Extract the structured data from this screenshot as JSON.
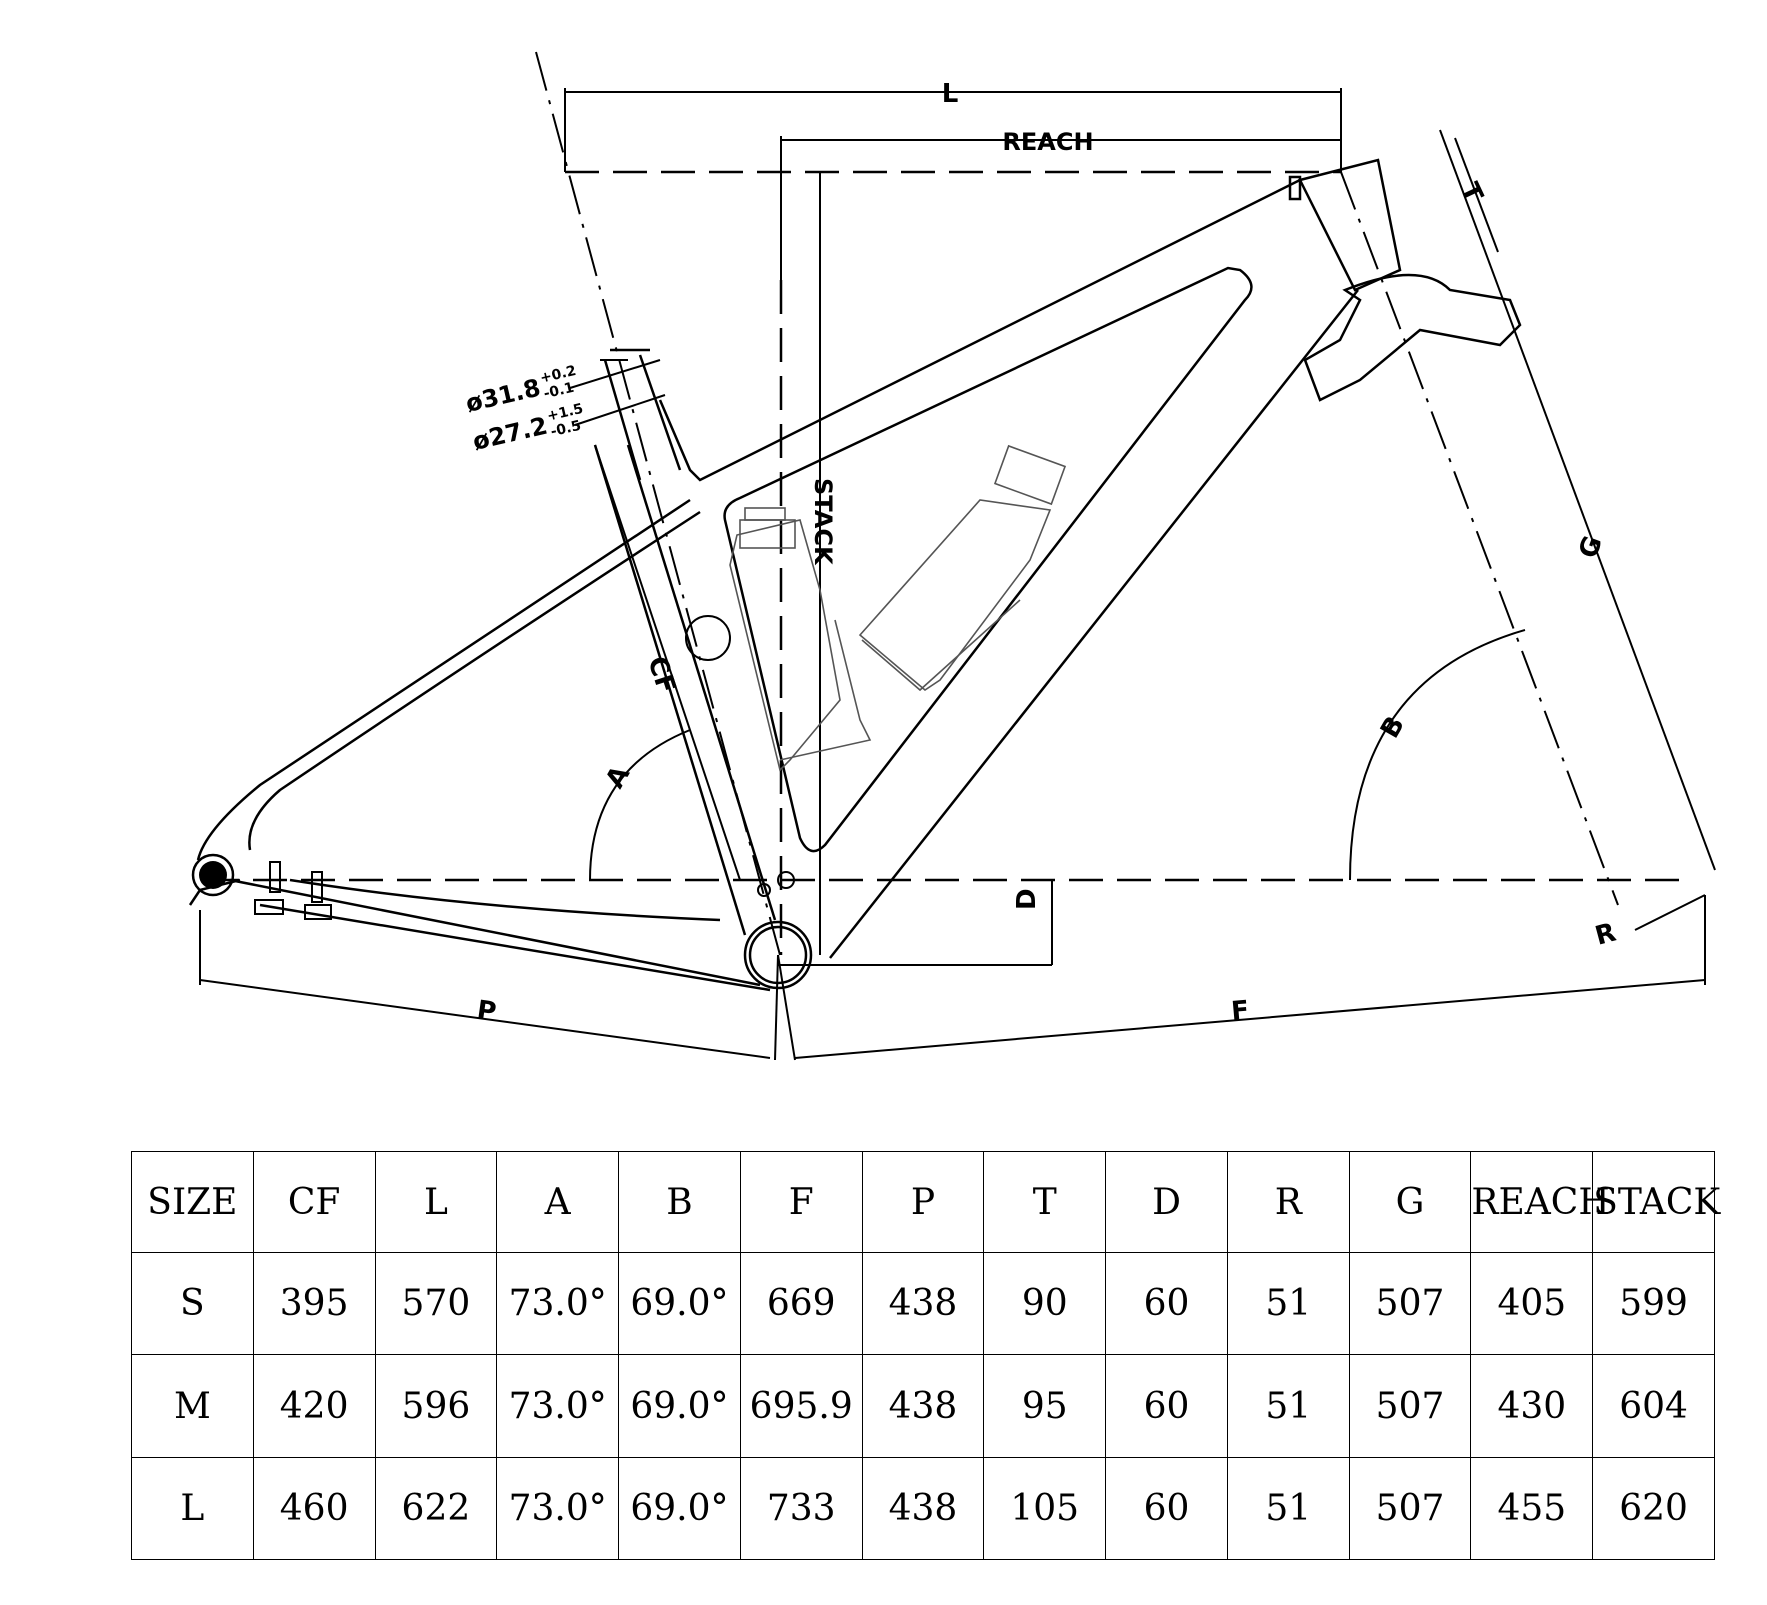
{
  "diagram": {
    "dimension_labels": {
      "L": "L",
      "REACH": "REACH",
      "STACK": "STACK",
      "T": "T",
      "G": "G",
      "B": "B",
      "A": "A",
      "CF": "CF",
      "D": "D",
      "R": "R",
      "P": "P",
      "F": "F"
    },
    "seatpost": {
      "outer_base": "ø31.8",
      "outer_upper": "+0.2",
      "outer_lower": "-0.1",
      "inner_base": "ø27.2",
      "inner_upper": "+1.5",
      "inner_lower": "-0.5"
    }
  },
  "table": {
    "headers": [
      "SIZE",
      "CF",
      "L",
      "A",
      "B",
      "F",
      "P",
      "T",
      "D",
      "R",
      "G",
      "REACH",
      "STACK"
    ],
    "rows": [
      [
        "S",
        "395",
        "570",
        "73.0°",
        "69.0°",
        "669",
        "438",
        "90",
        "60",
        "51",
        "507",
        "405",
        "599"
      ],
      [
        "M",
        "420",
        "596",
        "73.0°",
        "69.0°",
        "695.9",
        "438",
        "95",
        "60",
        "51",
        "507",
        "430",
        "604"
      ],
      [
        "L",
        "460",
        "622",
        "73.0°",
        "69.0°",
        "733",
        "438",
        "105",
        "60",
        "51",
        "507",
        "455",
        "620"
      ]
    ]
  }
}
